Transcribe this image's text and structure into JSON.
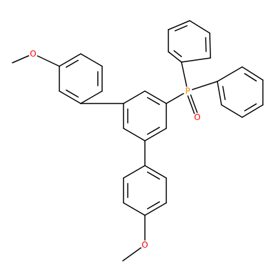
{
  "molecule": {
    "atoms": [
      {
        "id": "P",
        "element": "P",
        "label": "P",
        "color": "#FF8000"
      },
      {
        "id": "O_po",
        "element": "O",
        "label": "O",
        "color": "#FF0000"
      },
      {
        "id": "O_top",
        "element": "O",
        "label": "O",
        "color": "#FF0000"
      },
      {
        "id": "O_bottom",
        "element": "O",
        "label": "O",
        "color": "#FF0000"
      }
    ],
    "bond_color": "#000000"
  }
}
